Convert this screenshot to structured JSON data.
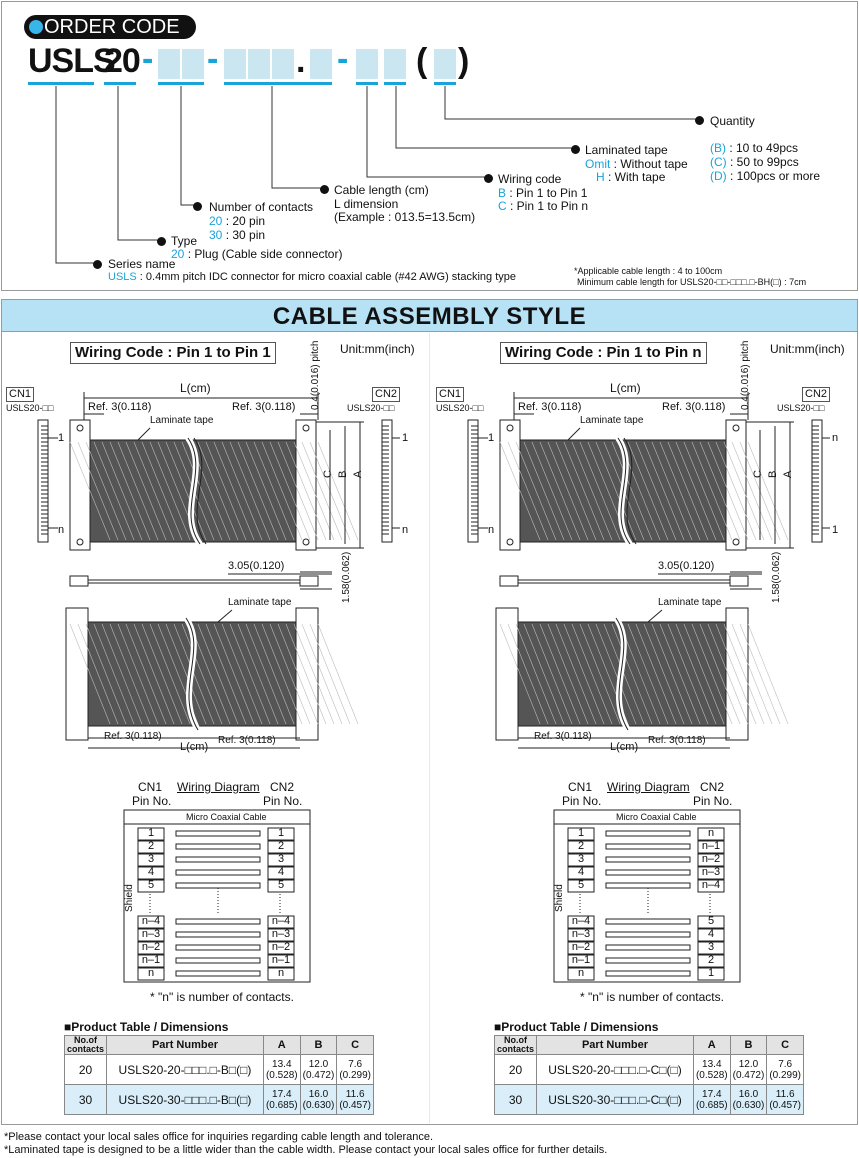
{
  "order_code": {
    "title": "ORDER CODE",
    "prefix": "USLS",
    "num": "20",
    "dash": "-",
    "dot": ".",
    "open_paren": "(",
    "close_paren": ")",
    "quantity_label": "Quantity",
    "quantity_b_code": "(B)",
    "quantity_b": " : 10 to 49pcs",
    "quantity_c_code": "(C)",
    "quantity_c": " : 50 to 99pcs",
    "quantity_d_code": "(D)",
    "quantity_d": " : 100pcs or more",
    "lam_label": "Laminated tape",
    "lam_omit_code": "Omit",
    "lam_omit": " : Without tape",
    "lam_h_code": "H",
    "lam_h": " : With tape",
    "wiring_label": "Wiring code",
    "wiring_b_code": "B",
    "wiring_b": " : Pin 1 to Pin 1",
    "wiring_c_code": "C",
    "wiring_c": " : Pin 1 to Pin n",
    "cable_label": "Cable length (cm)",
    "cable_dim": "L dimension",
    "cable_example": "(Example : 013.5=13.5cm)",
    "contacts_label": "Number of contacts",
    "contacts_20_code": "20",
    "contacts_20": " : 20 pin",
    "contacts_30_code": "30",
    "contacts_30": " : 30 pin",
    "type_label": "Type",
    "type_20_code": "20",
    "type_20": " : Plug (Cable side connector)",
    "series_label": "Series name",
    "series_code": "USLS",
    "series_desc": " : 0.4mm pitch IDC connector for micro coaxial cable (#42 AWG) stacking type",
    "note_1": "*Applicable cable length : 4 to 100cm",
    "note_2": "Minimum cable length for USLS20-□□-□□□.□-BH(□) : 7cm"
  },
  "banner": "CABLE ASSEMBLY STYLE",
  "unit": "Unit:mm(inch)",
  "panels": [
    {
      "title": "Wiring Code : Pin 1 to Pin 1",
      "cn1": "CN1",
      "cn1_part": "USLS20-□□",
      "cn2": "CN2",
      "cn2_part": "USLS20-□□",
      "l_cm": "L(cm)",
      "ref_left": "Ref. 3(0.118)",
      "ref_right": "Ref. 3(0.118)",
      "lam_tape": "Laminate tape",
      "pitch": "0.4(0.016) pitch",
      "dim_c": "C",
      "dim_b": "B",
      "dim_a": "A",
      "pin_1": "1",
      "pin_n": "n",
      "pin_1_right": "1",
      "pin_n_right": "n",
      "thick": "3.05(0.120)",
      "height": "1.58(0.062)",
      "lam_tape_2": "Laminate tape",
      "ref_left_2": "Ref. 3(0.118)",
      "ref_right_2": "Ref. 3(0.118)",
      "l_cm_2": "L(cm)",
      "wd_cn1": "CN1",
      "wd_cn1_pin": "Pin No.",
      "wd_title": "Wiring Diagram",
      "wd_cn2": "CN2",
      "wd_cn2_pin": "Pin No.",
      "wd_cable": "Micro Coaxial Cable",
      "wd_shield": "Shield",
      "left_pins": [
        "1",
        "2",
        "3",
        "4",
        "5",
        "n–4",
        "n–3",
        "n–2",
        "n–1",
        "n"
      ],
      "right_pins": [
        "1",
        "2",
        "3",
        "4",
        "5",
        "n–4",
        "n–3",
        "n–2",
        "n–1",
        "n"
      ],
      "wd_note": "* \"n\" is number of contacts.",
      "table_title": "■Product Table / Dimensions",
      "table_headers": [
        "No.of contacts",
        "Part Number",
        "A",
        "B",
        "C"
      ],
      "rows": [
        {
          "contacts": "20",
          "part": "USLS20-20-□□□.□-B□(□)",
          "a": "13.4",
          "a2": "(0.528)",
          "b": "12.0",
          "b2": "(0.472)",
          "c": "7.6",
          "c2": "(0.299)"
        },
        {
          "contacts": "30",
          "part": "USLS20-30-□□□.□-B□(□)",
          "a": "17.4",
          "a2": "(0.685)",
          "b": "16.0",
          "b2": "(0.630)",
          "c": "11.6",
          "c2": "(0.457)"
        }
      ]
    },
    {
      "title": "Wiring Code : Pin 1 to Pin n",
      "cn1": "CN1",
      "cn1_part": "USLS20-□□",
      "cn2": "CN2",
      "cn2_part": "USLS20-□□",
      "l_cm": "L(cm)",
      "ref_left": "Ref. 3(0.118)",
      "ref_right": "Ref. 3(0.118)",
      "lam_tape": "Laminate tape",
      "pitch": "0.4(0.016) pitch",
      "dim_c": "C",
      "dim_b": "B",
      "dim_a": "A",
      "pin_1": "1",
      "pin_n": "n",
      "pin_1_right": "n",
      "pin_n_right": "1",
      "thick": "3.05(0.120)",
      "height": "1.58(0.062)",
      "lam_tape_2": "Laminate tape",
      "ref_left_2": "Ref. 3(0.118)",
      "ref_right_2": "Ref. 3(0.118)",
      "l_cm_2": "L(cm)",
      "wd_cn1": "CN1",
      "wd_cn1_pin": "Pin No.",
      "wd_title": "Wiring Diagram",
      "wd_cn2": "CN2",
      "wd_cn2_pin": "Pin No.",
      "wd_cable": "Micro Coaxial Cable",
      "wd_shield": "Shield",
      "left_pins": [
        "1",
        "2",
        "3",
        "4",
        "5",
        "n–4",
        "n–3",
        "n–2",
        "n–1",
        "n"
      ],
      "right_pins": [
        "n",
        "n–1",
        "n–2",
        "n–3",
        "n–4",
        "5",
        "4",
        "3",
        "2",
        "1"
      ],
      "wd_note": "* \"n\" is number of contacts.",
      "table_title": "■Product Table / Dimensions",
      "table_headers": [
        "No.of contacts",
        "Part Number",
        "A",
        "B",
        "C"
      ],
      "rows": [
        {
          "contacts": "20",
          "part": "USLS20-20-□□□.□-C□(□)",
          "a": "13.4",
          "a2": "(0.528)",
          "b": "12.0",
          "b2": "(0.472)",
          "c": "7.6",
          "c2": "(0.299)"
        },
        {
          "contacts": "30",
          "part": "USLS20-30-□□□.□-C□(□)",
          "a": "17.4",
          "a2": "(0.685)",
          "b": "16.0",
          "b2": "(0.630)",
          "c": "11.6",
          "c2": "(0.457)"
        }
      ]
    }
  ],
  "footnotes": [
    "*Please contact your local sales office for inquiries regarding cable length and tolerance.",
    "*Laminated tape is designed to be a little wider than the cable width. Please contact your local sales office for further details."
  ],
  "colors": {
    "accent": "#1aa3d9",
    "banner": "#b7e1f4",
    "box_fill": "#c9e6f1",
    "row_highlight": "#d9eef8"
  }
}
